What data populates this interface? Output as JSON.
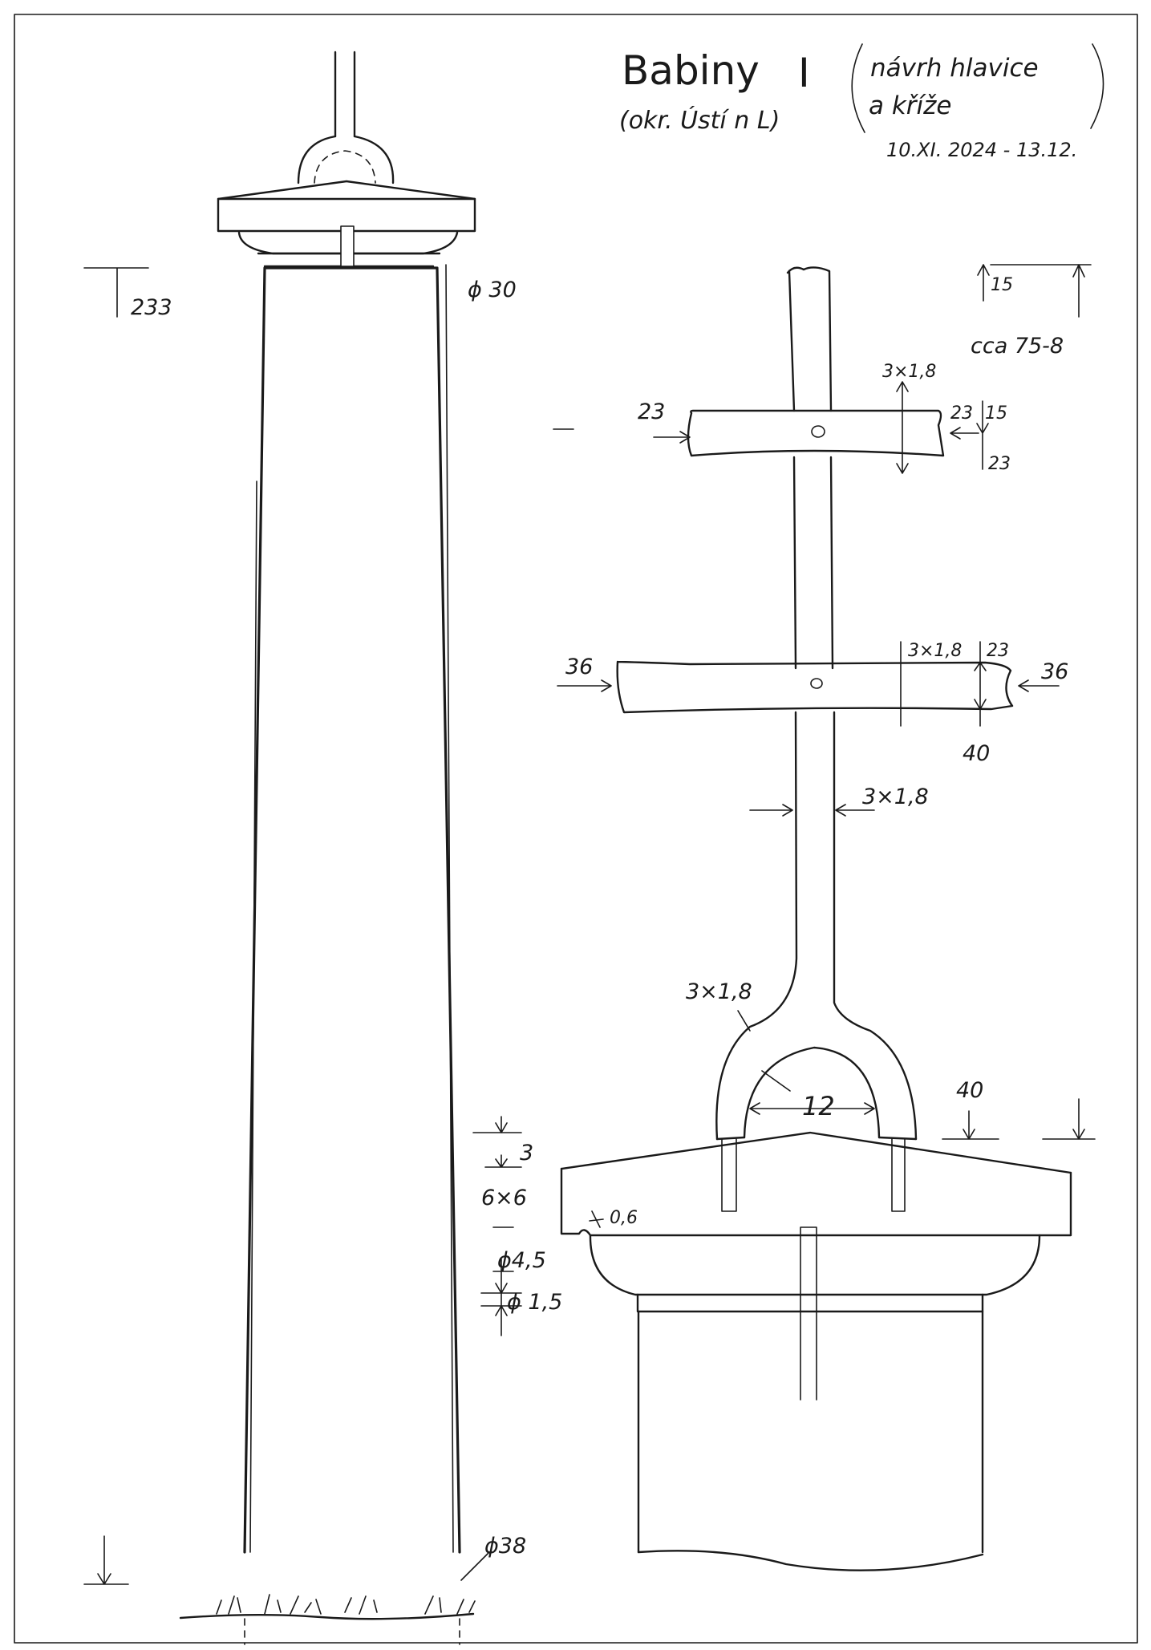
{
  "title": {
    "name": "Babiny",
    "numeral": "I",
    "district": "(okr. Ústí n L)",
    "note_line1": "návrh hlavice",
    "note_line2": "a kříže",
    "date_range": "10.XI. 2024 - 13.12."
  },
  "column_view": {
    "height": "233",
    "top_diameter": "ϕ 30",
    "bottom_diameter": "ϕ38"
  },
  "cross_view": {
    "top_tick_a": "15",
    "top_length": "cca 75-8",
    "upper_bar_left": "23",
    "upper_bar_section": "3×1,8",
    "upper_bar_right": "23",
    "upper_bar_end_w": "15",
    "upper_bar_below": "23",
    "lower_bar_left": "36",
    "lower_bar_section": "3×1,8",
    "lower_bar_width": "23",
    "lower_bar_right": "36",
    "lower_bar_below": "40",
    "stem_section": "3×1,8",
    "arch_section": "3×1,8",
    "arch_opening": "12",
    "cap_height": "40"
  },
  "capital_profile": {
    "top_step": "3",
    "slab": "6×6",
    "groove": "0,6",
    "torus": "ϕ4,5",
    "neck": "ϕ 1,5"
  }
}
